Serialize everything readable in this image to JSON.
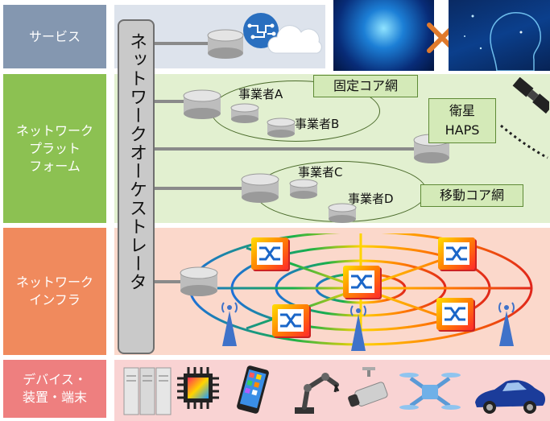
{
  "layers": {
    "service": {
      "label": "サービス",
      "color": "#8497b0",
      "bg": "#dde3ec"
    },
    "platform": {
      "label": "ネットワーク\nプラット\nフォーム",
      "color": "#8cc152",
      "bg": "#e2f0d0"
    },
    "infra": {
      "label": "ネットワーク\nインフラ",
      "color": "#f08a5d",
      "bg": "#fbd8cb"
    },
    "devices": {
      "label": "デバイス・\n装置・端末",
      "color": "#ee7f7f",
      "bg": "#f9d3d3"
    }
  },
  "orchestrator": {
    "label": "ネットワークオーケストレータ"
  },
  "platform": {
    "operators": [
      "事業者A",
      "事業者B",
      "事業者C",
      "事業者D"
    ],
    "fixed_core": "固定コア網",
    "satellite": "衛星\nHAPS",
    "mobile_core": "移動コア網"
  },
  "icons": {
    "service": [
      "ai-brain-icon",
      "cloud-icon",
      "ai-network-image",
      "cross-mark-icon",
      "ai-head-image"
    ],
    "devices": [
      "server-icon",
      "chip-icon",
      "smartphone-icon",
      "robot-arm-icon",
      "camera-icon",
      "drone-icon",
      "car-icon"
    ]
  }
}
